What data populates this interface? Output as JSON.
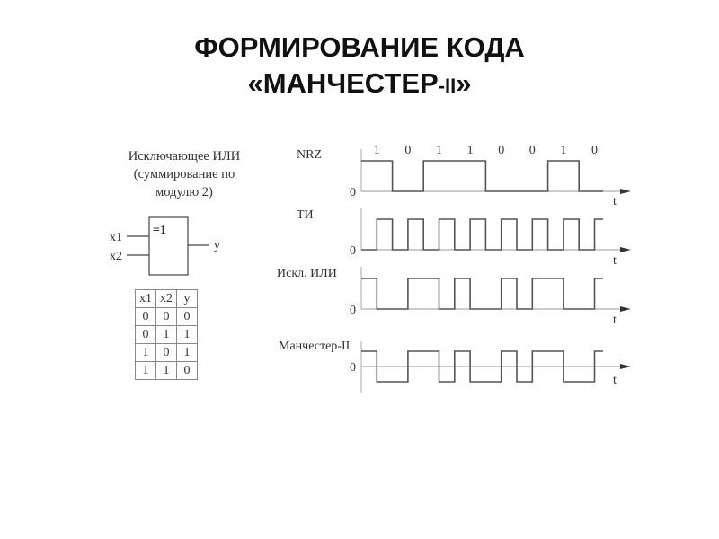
{
  "title": {
    "line1": "ФОРМИРОВАНИЕ КОДА",
    "line2_main": "«МАНЧЕСТЕР",
    "line2_small": "-II",
    "line2_end": "»"
  },
  "gate": {
    "caption": [
      "Исключающее ИЛИ",
      "(суммирование по",
      "модулю 2)"
    ],
    "symbol": "=1",
    "inputs": [
      "x1",
      "x2"
    ],
    "output": "y"
  },
  "truth_table": {
    "headers": [
      "x1",
      "x2",
      "y"
    ],
    "rows": [
      [
        "0",
        "0",
        "0"
      ],
      [
        "0",
        "1",
        "1"
      ],
      [
        "1",
        "0",
        "1"
      ],
      [
        "1",
        "1",
        "0"
      ]
    ]
  },
  "timing": {
    "bits": [
      "1",
      "0",
      "1",
      "1",
      "0",
      "0",
      "1",
      "0"
    ],
    "zero_label": "0",
    "time_label": "t",
    "signals": [
      {
        "name": "NRZ",
        "type": "unipolar",
        "halves": [
          1,
          1,
          0,
          0,
          1,
          1,
          1,
          1,
          0,
          0,
          0,
          0,
          1,
          1,
          0,
          0
        ]
      },
      {
        "name": "ТИ",
        "type": "unipolar",
        "halves": [
          0,
          1,
          0,
          1,
          0,
          1,
          0,
          1,
          0,
          1,
          0,
          1,
          0,
          1,
          0,
          1
        ]
      },
      {
        "name": "Искл. ИЛИ",
        "type": "unipolar",
        "halves": [
          1,
          0,
          0,
          1,
          1,
          0,
          1,
          0,
          0,
          1,
          0,
          1,
          1,
          0,
          0,
          1
        ]
      },
      {
        "name": "Манчестер-II",
        "type": "bipolar",
        "halves": [
          1,
          0,
          0,
          1,
          1,
          0,
          1,
          0,
          0,
          1,
          0,
          1,
          1,
          0,
          0,
          1
        ]
      }
    ]
  },
  "colors": {
    "signal": "#555555",
    "axis": "#999999",
    "text": "#333333"
  }
}
